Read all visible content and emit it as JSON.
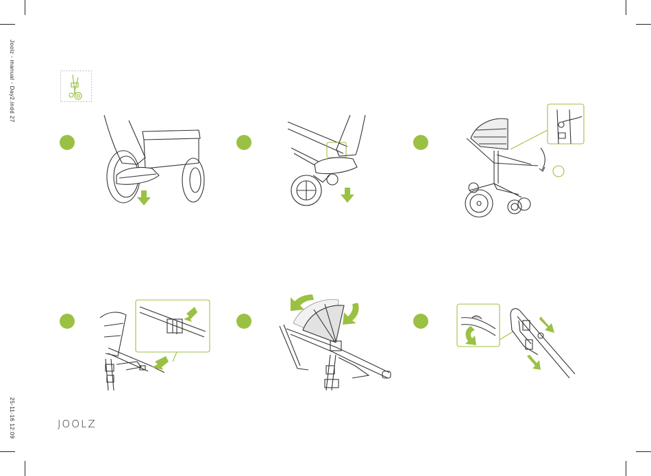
{
  "side_text": {
    "top": "Joolz - manual - Day2.indd   27",
    "bottom": "25-11-16   12:09"
  },
  "brand": {
    "logo_text": "JOOLZ"
  },
  "colors": {
    "accent": "#9ac142",
    "line": "#333333",
    "frame": "#9ac142"
  },
  "icons": {
    "thumbnail": "folded-stroller-icon",
    "arrow": "green-arrow-icon"
  }
}
